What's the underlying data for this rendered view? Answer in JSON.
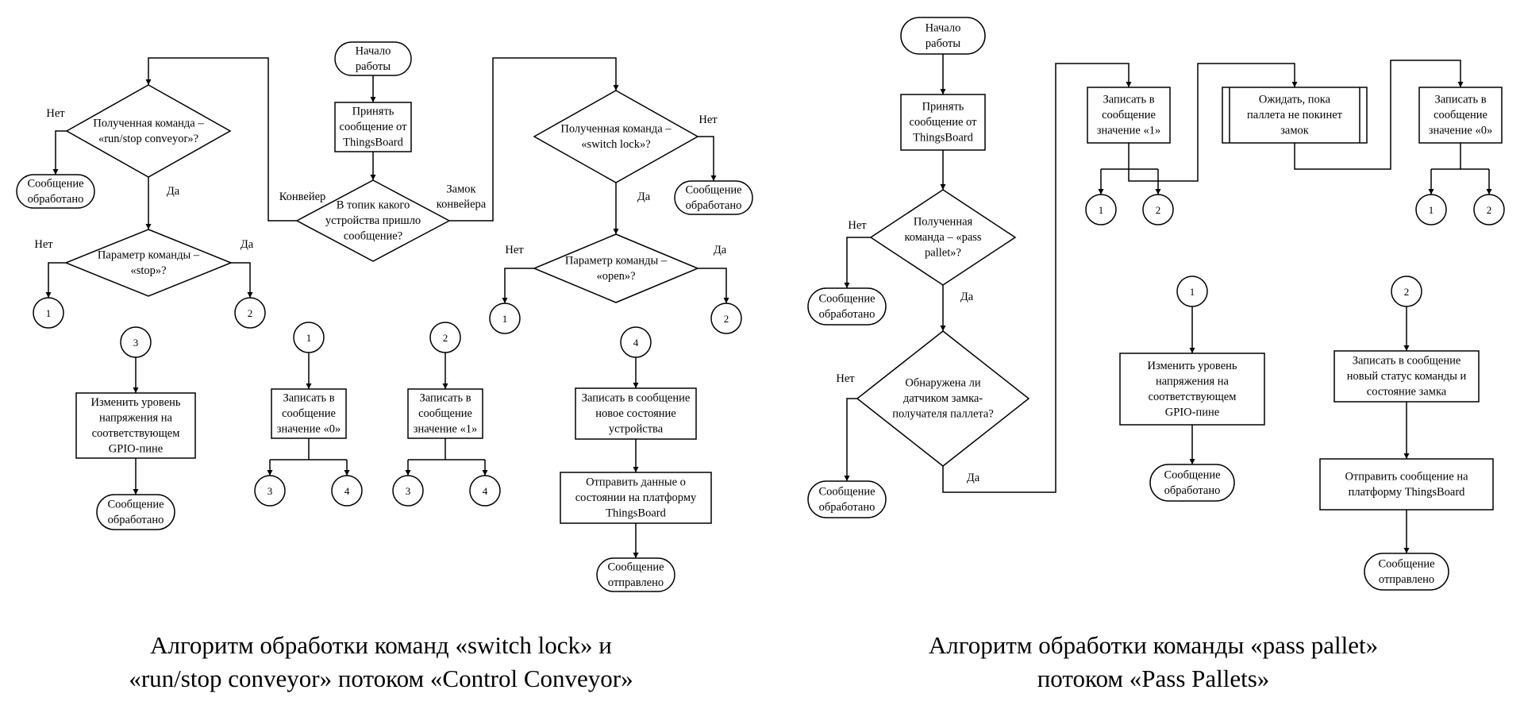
{
  "captions": {
    "left": [
      "Алгоритм обработки команд «switch lock» и",
      "«run/stop conveyor» потоком «Control Conveyor»"
    ],
    "right": [
      "Алгоритм обработки команды «pass pallet»",
      "потоком «Pass Pallets»"
    ]
  },
  "left": {
    "start": "Начало\nработы",
    "receive": "Принять\nсообщение от\nThingsBoard",
    "topic": "В топик какого\nустройства пришло\nсообщение?",
    "branch_conveyor": "Конвейер",
    "branch_lock": "Замок\nконвейера",
    "conveyor_cmd": "Полученная команда –\n«run/stop conveyor»?",
    "conveyor_no": "Нет",
    "conveyor_no_end": "Сообщение\nобработано",
    "conveyor_yes": "Да",
    "conveyor_param": "Параметр команды –\n«stop»?",
    "conveyor_param_no": "Нет",
    "conveyor_param_yes": "Да",
    "conv_c1": "1",
    "conv_c2": "2",
    "sub3_label": "3",
    "sub3_action": "Изменить уровень\nнапряжения на\nсоответствующем\nGPIO-пине",
    "sub3_end": "Сообщение\nобработано",
    "sub1_label": "1",
    "sub1_action": "Записать в\nсообщение\nзначение «0»",
    "sub1_o3": "3",
    "sub1_o4": "4",
    "sub2_label": "2",
    "sub2_action": "Записать в\nсообщение\nзначение «1»",
    "sub2_o3": "3",
    "sub2_o4": "4",
    "lock_cmd": "Полученная команда –\n«switch lock»?",
    "lock_no": "Нет",
    "lock_no_end": "Сообщение\nобработано",
    "lock_yes": "Да",
    "lock_param": "Параметр команды –\n«open»?",
    "lock_param_no": "Нет",
    "lock_param_yes": "Да",
    "lock_c1": "1",
    "lock_c2": "2",
    "sub4_label": "4",
    "sub4_action1": "Записать в сообщение\nновое состояние\nустройства",
    "sub4_action2": "Отправить данные о\nсостоянии на платформу\nThingsBoard",
    "sub4_end": "Сообщение\nотправлено"
  },
  "right": {
    "start": "Начало\nработы",
    "receive": "Принять\nсообщение от\nThingsBoard",
    "pass_cmd": "Полученная\nкоманда – «pass\npallet»?",
    "pass_no": "Нет",
    "pass_no_end": "Сообщение\nобработано",
    "pass_yes": "Да",
    "sensor": "Обнаружена ли\nдатчиком замка-\nполучателя паллета?",
    "sensor_no": "Нет",
    "sensor_no_end": "Сообщение\nобработано",
    "sensor_yes": "Да",
    "write1": "Записать в\nсообщение\nзначение «1»",
    "w1_c1": "1",
    "w1_c2": "2",
    "wait": "Ожидать, пока\nпаллета не покинет\nзамок",
    "write0": "Записать в\nсообщение\nзначение «0»",
    "w0_c1": "1",
    "w0_c2": "2",
    "sub1_label": "1",
    "sub1_action": "Изменить уровень\nнапряжения на\nсоответствующем\nGPIO-пине",
    "sub1_end": "Сообщение\nобработано",
    "sub2_label": "2",
    "sub2_action1": "Записать в сообщение\nновый статус команды и\nсостояние замка",
    "sub2_action2": "Отправить сообщение на\nплатформу ThingsBoard",
    "sub2_end": "Сообщение\nотправлено"
  }
}
